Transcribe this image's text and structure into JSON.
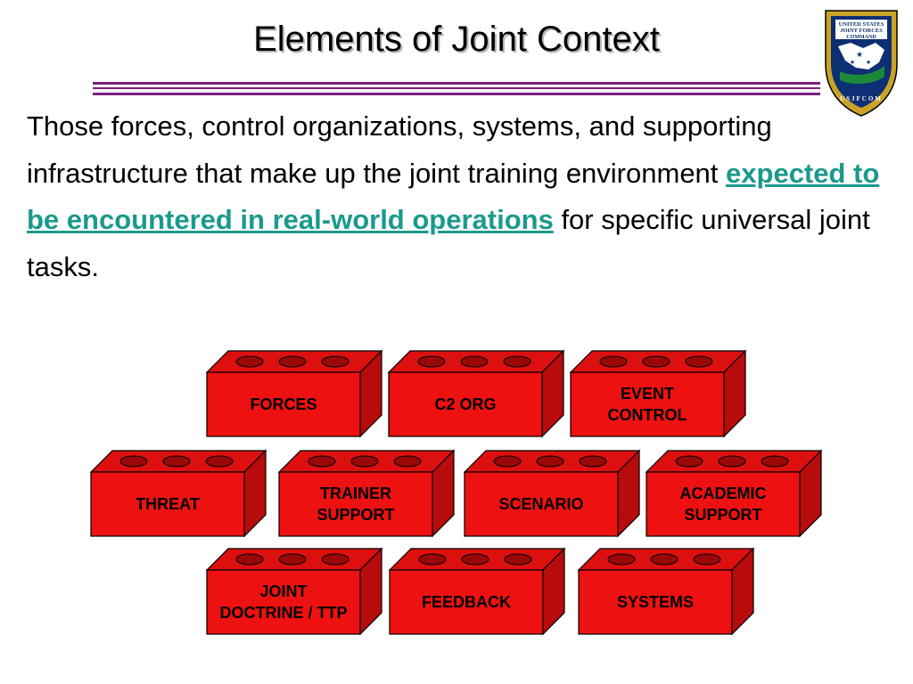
{
  "slide": {
    "title": "Elements of Joint Context",
    "body_before": "Those forces, control organizations, systems, and supporting infrastructure that make up the joint training environment ",
    "body_highlight": "expected to be encountered in real-world operations",
    "body_after": " for specific universal joint tasks."
  },
  "seal": {
    "top_text": "UNITED STATES",
    "middle_text": "JOINT FORCES",
    "bottom_text": "COMMAND",
    "ring_text": "USJFCOM"
  },
  "bricks": [
    {
      "label": "FORCES"
    },
    {
      "label": "C2 ORG"
    },
    {
      "label": "EVENT\nCONTROL"
    },
    {
      "label": "THREAT"
    },
    {
      "label": "TRAINER\nSUPPORT"
    },
    {
      "label": "SCENARIO"
    },
    {
      "label": "ACADEMIC\nSUPPORT"
    },
    {
      "label": "JOINT\nDOCTRINE / TTP"
    },
    {
      "label": "FEEDBACK"
    },
    {
      "label": "SYSTEMS"
    }
  ],
  "colors": {
    "brick_front": "#ee1111",
    "brick_top": "#dd1010",
    "brick_side": "#b80b0b",
    "brick_stud": "#9a0707",
    "rule": "#7a1f7a",
    "highlight": "#1a9a8c"
  }
}
